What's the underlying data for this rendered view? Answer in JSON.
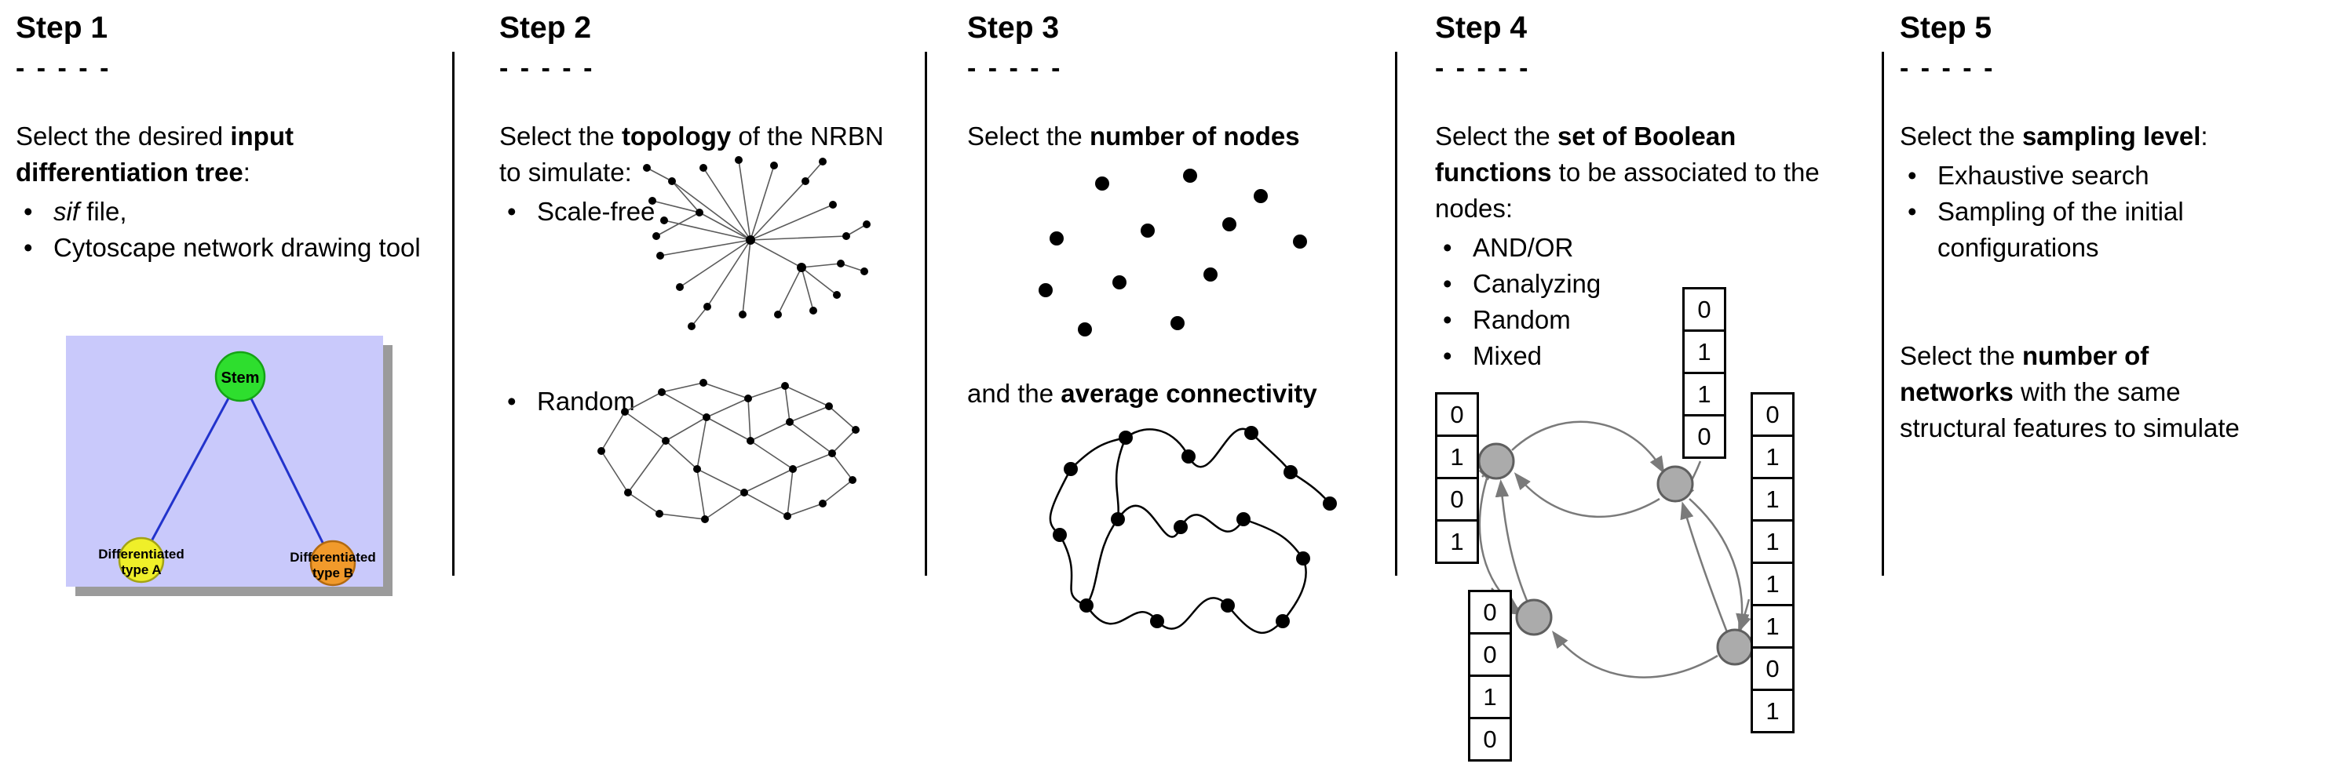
{
  "figure": {
    "background": "#ffffff",
    "divider_color": "#000000",
    "colors": {
      "tree_panel": "#c9c9fb",
      "tree_panel_shadow": "#9b9b9b",
      "stem_node": "#2ede2e",
      "type_a_node": "#efef29",
      "type_b_node": "#f19a2b",
      "tree_edge": "#2233cc",
      "boolean_node": "#ababab",
      "arrow": "#7a7a7a"
    }
  },
  "steps": [
    {
      "title": "Step 1",
      "dashes": "- - - - -",
      "desc": {
        "pre": "Select the desired ",
        "bold": "input differentiation tree",
        "post": ":"
      },
      "bullets": [
        {
          "italic": "sif",
          "rest": " file,"
        },
        {
          "text": "Cytoscape network drawing tool"
        }
      ],
      "tree": {
        "stem_label": "Stem",
        "type_a_line1": "Differentiated",
        "type_a_line2": "type A",
        "type_b_line1": "Differentiated",
        "type_b_line2": "type B"
      }
    },
    {
      "title": "Step 2",
      "dashes": "- - - - -",
      "desc": {
        "pre": "Select the ",
        "bold": "topology",
        "post": " of the NRBN to simulate:"
      },
      "bullets": [
        {
          "text": "Scale-free"
        },
        {
          "text": "Random"
        }
      ]
    },
    {
      "title": "Step 3",
      "dashes": "- - - - -",
      "desc1": {
        "pre": "Select the ",
        "bold": "number of nodes",
        "post": ""
      },
      "desc2": {
        "pre": "and the ",
        "bold": "average connectivity",
        "post": ""
      }
    },
    {
      "title": "Step 4",
      "dashes": "- - - - -",
      "desc": {
        "pre": "Select the ",
        "bold": "set of Boolean functions",
        "post": " to be associated to the nodes:"
      },
      "bullets": [
        {
          "text": "AND/OR"
        },
        {
          "text": "Canalyzing"
        },
        {
          "text": "Random"
        },
        {
          "text": "Mixed"
        }
      ],
      "truth_tables": {
        "left": [
          "0",
          "1",
          "0",
          "1"
        ],
        "top": [
          "0",
          "1",
          "1",
          "0"
        ],
        "bottom": [
          "0",
          "0",
          "1",
          "0"
        ],
        "right": [
          "0",
          "1",
          "1",
          "1",
          "1",
          "1",
          "0",
          "1"
        ]
      }
    },
    {
      "title": "Step 5",
      "dashes": "- - - - -",
      "desc1": {
        "pre": "Select the ",
        "bold": "sampling level",
        "post": ":"
      },
      "bullets": [
        {
          "text": "Exhaustive search"
        },
        {
          "text": "Sampling of the initial configurations"
        }
      ],
      "desc2": {
        "pre": "Select the ",
        "bold": "number of networks",
        "post": " with the same structural features to simulate"
      }
    }
  ]
}
